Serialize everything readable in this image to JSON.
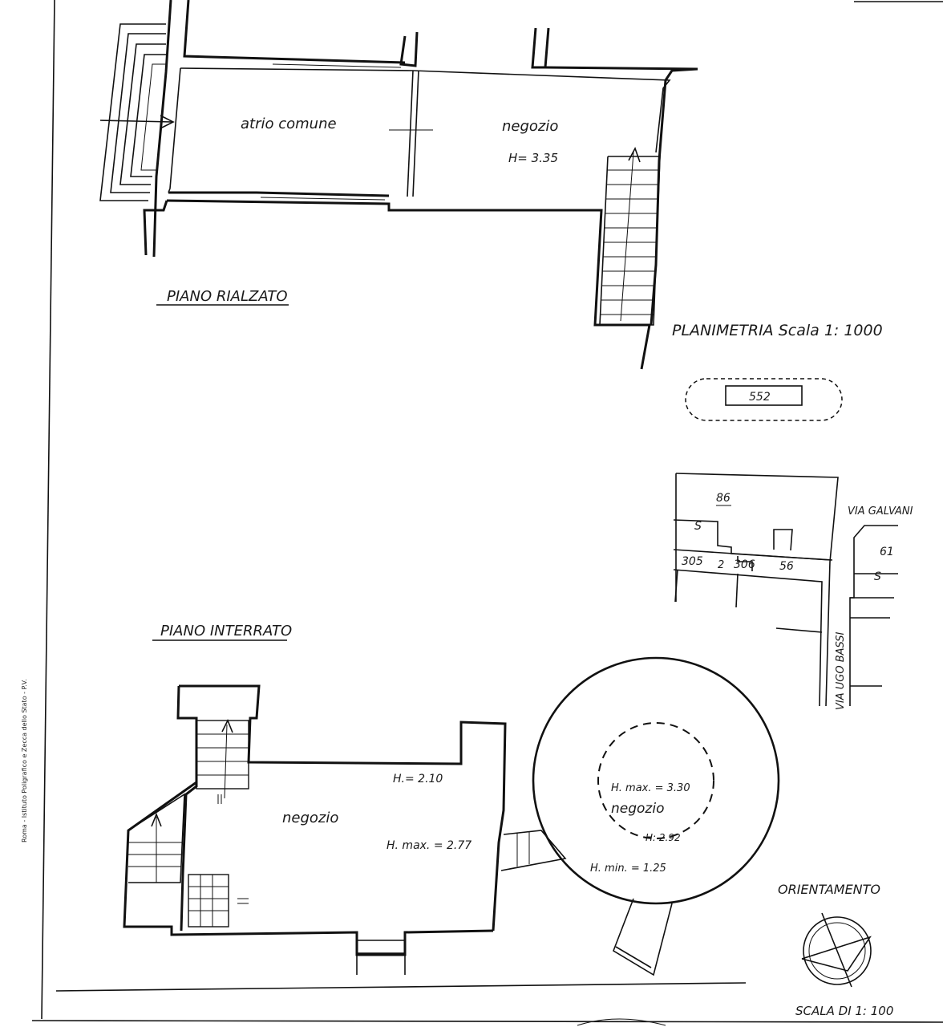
{
  "ground_floor": {
    "title": "PIANO RIALZATO",
    "room_left": "atrio comune",
    "room_right": "negozio",
    "height": "H= 3.35"
  },
  "basement": {
    "title": "PIANO INTERRATO",
    "room_main": "negozio",
    "height": "H.= 2.10",
    "height_max": "H. max. = 2.77",
    "round_room": {
      "height_max": "H. max. = 3.30",
      "label": "negozio",
      "height": "H: 2.92",
      "height_min": "H. min. = 1.25"
    }
  },
  "site_plan": {
    "title": "PLANIMETRIA  Scala 1: 1000",
    "parcel_box": "552",
    "parcel_86": "86",
    "parcel_305": "305",
    "parcel_2": "2",
    "parcel_306": "306",
    "parcel_56": "56",
    "parcel_61": "61",
    "mark_s1": "S",
    "mark_s2": "S",
    "street_galvani": "VIA GALVANI",
    "street_bassi": "VIA  UGO  BASSI"
  },
  "orientation": "ORIENTAMENTO",
  "scale": "SCALA DI 1: 100",
  "imprint": "Roma - Istituto Poligrafico e Zecca dello Stato - P.V."
}
